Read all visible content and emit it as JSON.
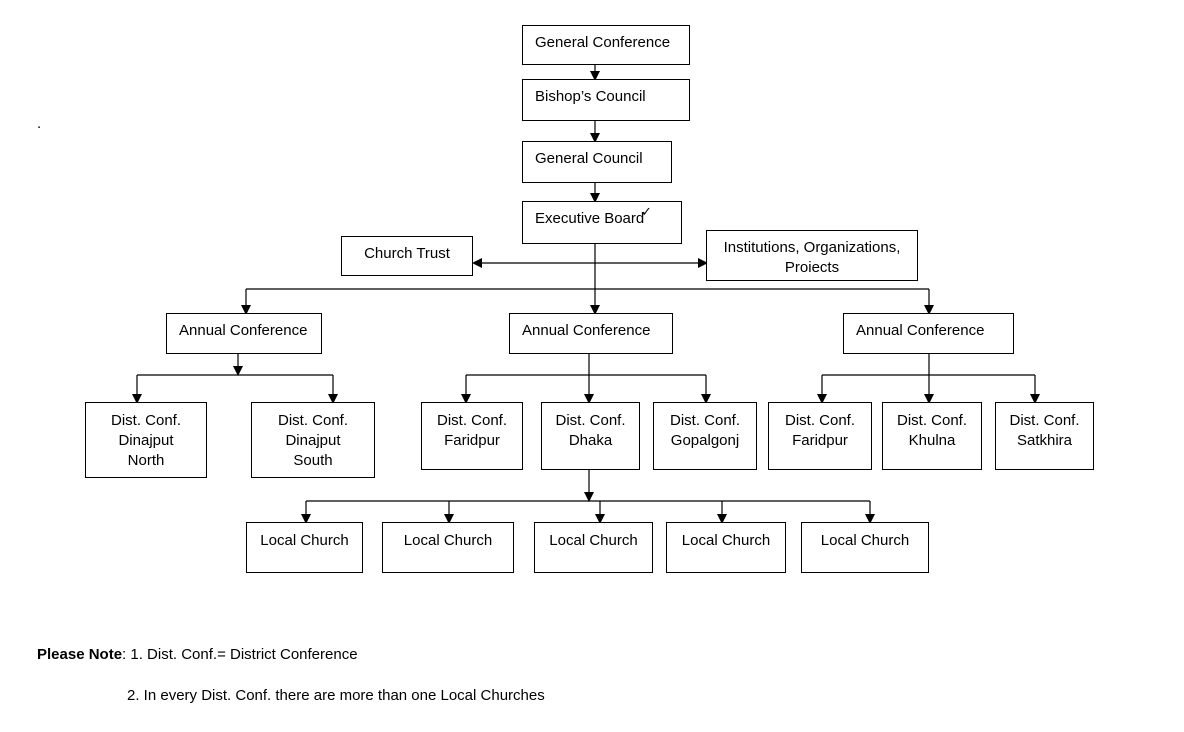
{
  "stray_dot": ".",
  "tick_mark": "✓",
  "nodes": {
    "general_conference": "General Conference",
    "bishops_council": "Bishop’s Council",
    "general_council": "General Council",
    "executive_board": "Executive Board",
    "church_trust": "Church Trust",
    "institutions": [
      "Institutions, Organizations,",
      "Proiects"
    ],
    "annual_conference": [
      "Annual Conference",
      "Annual Conference",
      "Annual Conference"
    ],
    "dist_left": [
      [
        "Dist. Conf.",
        "Dinajput",
        "North"
      ],
      [
        "Dist. Conf.",
        "Dinajput",
        "South"
      ]
    ],
    "dist_middle": [
      [
        "Dist. Conf.",
        "Faridpur"
      ],
      [
        "Dist. Conf.",
        "Dhaka"
      ],
      [
        "Dist. Conf.",
        "Gopalgonj"
      ]
    ],
    "dist_right": [
      [
        "Dist. Conf.",
        "Faridpur"
      ],
      [
        "Dist. Conf.",
        "Khulna"
      ],
      [
        "Dist. Conf.",
        "Satkhira"
      ]
    ],
    "local_church": [
      "Local Church",
      "Local Church",
      "Local Church",
      "Local Church",
      "Local Church"
    ]
  },
  "note": {
    "label": "Please Note",
    "line1": ": 1. Dist. Conf.= District Conference",
    "line2": "2. In every Dist. Conf. there are more than one Local Churches"
  }
}
